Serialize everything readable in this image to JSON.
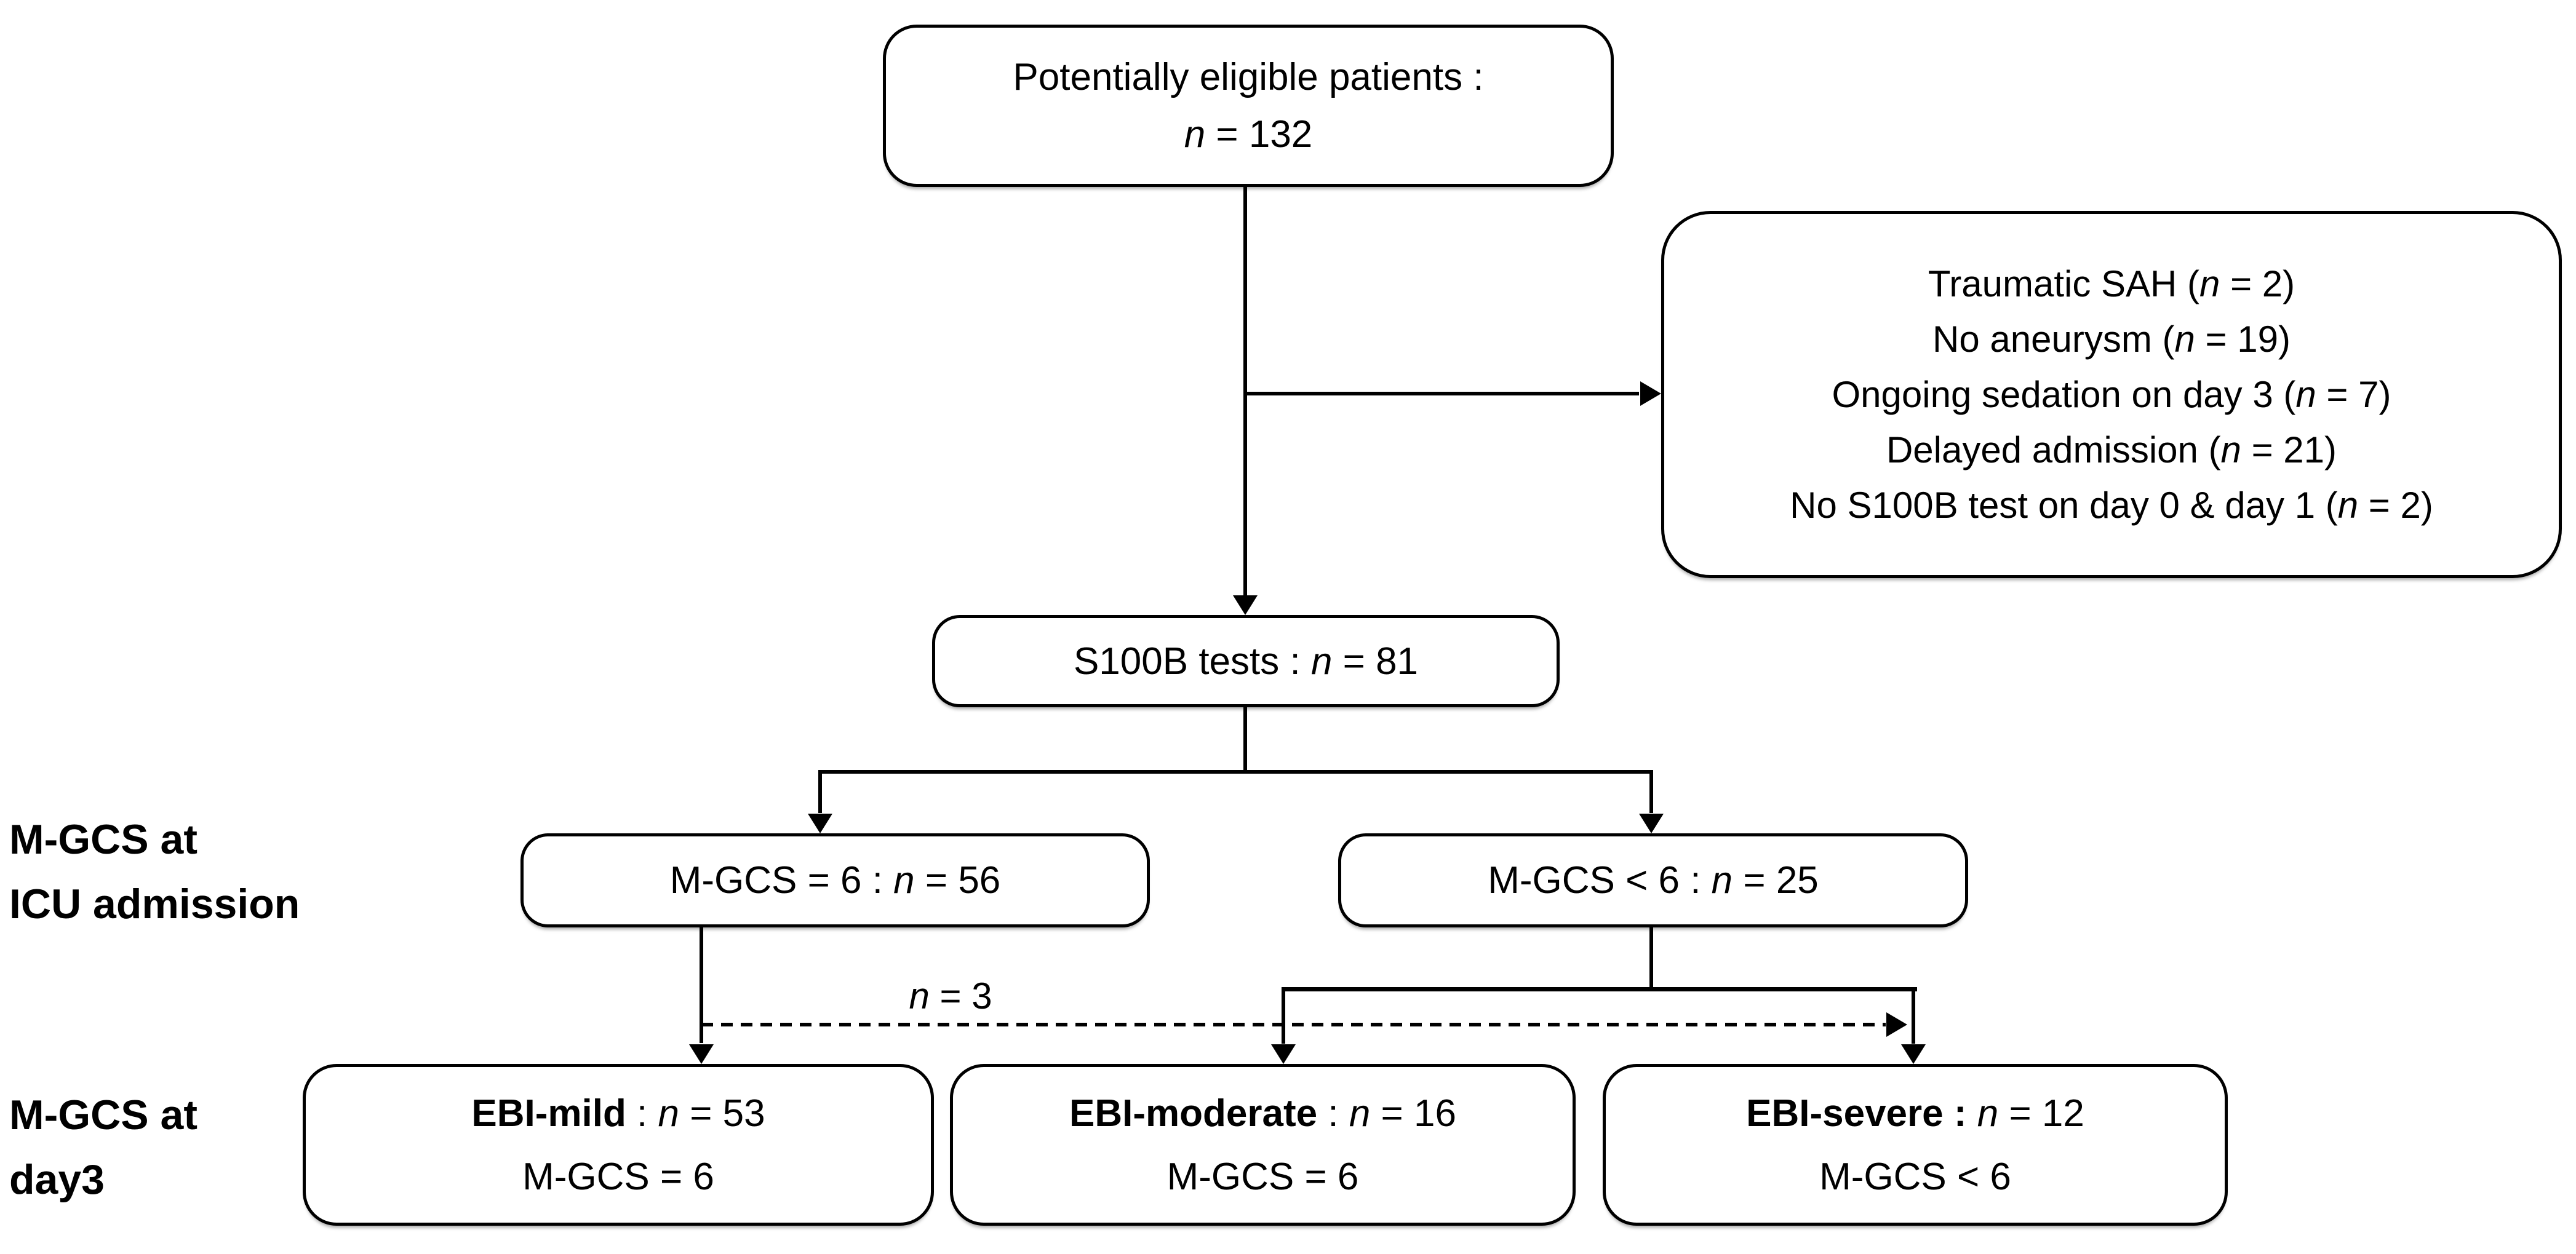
{
  "diagram": {
    "background_color": "#ffffff",
    "line_color": "#000000",
    "boxes": {
      "eligible": {
        "lines": [
          [
            {
              "t": "Potentially eligible patients :"
            }
          ],
          [
            {
              "t": "n",
              "s": "i"
            },
            {
              "t": " = 132"
            }
          ]
        ]
      },
      "exclusion": {
        "lines": [
          [
            {
              "t": "Traumatic SAH ("
            },
            {
              "t": "n",
              "s": "i"
            },
            {
              "t": " = 2)"
            }
          ],
          [
            {
              "t": "No aneurysm ("
            },
            {
              "t": "n",
              "s": "i"
            },
            {
              "t": " = 19)"
            }
          ],
          [
            {
              "t": "Ongoing sedation on day 3 ("
            },
            {
              "t": "n",
              "s": "i"
            },
            {
              "t": " = 7)"
            }
          ],
          [
            {
              "t": "Delayed admission ("
            },
            {
              "t": "n",
              "s": "i"
            },
            {
              "t": " = 21)"
            }
          ],
          [
            {
              "t": "No S100B test on day 0 & day 1 ("
            },
            {
              "t": "n",
              "s": "i"
            },
            {
              "t": " = 2)"
            }
          ]
        ]
      },
      "s100b": {
        "lines": [
          [
            {
              "t": "S100B tests : "
            },
            {
              "t": "n",
              "s": "i"
            },
            {
              "t": " = 81"
            }
          ]
        ]
      },
      "mgcs_eq6": {
        "lines": [
          [
            {
              "t": "M-GCS = 6 : "
            },
            {
              "t": "n",
              "s": "i"
            },
            {
              "t": " = 56"
            }
          ]
        ]
      },
      "mgcs_lt6": {
        "lines": [
          [
            {
              "t": "M-GCS < 6 : "
            },
            {
              "t": "n",
              "s": "i"
            },
            {
              "t": " = 25"
            }
          ]
        ]
      },
      "ebi_mild": {
        "lines": [
          [
            {
              "t": "EBI-mild",
              "s": "b"
            },
            {
              "t": " : "
            },
            {
              "t": "n",
              "s": "i"
            },
            {
              "t": " = 53"
            }
          ],
          [
            {
              "t": "M-GCS = 6"
            }
          ]
        ]
      },
      "ebi_moderate": {
        "lines": [
          [
            {
              "t": "EBI-moderate",
              "s": "b"
            },
            {
              "t": " : "
            },
            {
              "t": "n",
              "s": "i"
            },
            {
              "t": " = 16"
            }
          ],
          [
            {
              "t": "M-GCS = 6"
            }
          ]
        ]
      },
      "ebi_severe": {
        "lines": [
          [
            {
              "t": "EBI-severe :",
              "s": "b"
            },
            {
              "t": " "
            },
            {
              "t": "n",
              "s": "i"
            },
            {
              "t": " = 12"
            }
          ],
          [
            {
              "t": "M-GCS < 6"
            }
          ]
        ]
      }
    },
    "row_labels": {
      "icu": {
        "line1": "M-GCS at",
        "line2": "ICU admission"
      },
      "day3": {
        "line1": "M-GCS at",
        "line2": "day3"
      }
    },
    "edge_labels": {
      "n3": [
        {
          "t": "n",
          "s": "i"
        },
        {
          "t": " = 3"
        }
      ]
    }
  }
}
